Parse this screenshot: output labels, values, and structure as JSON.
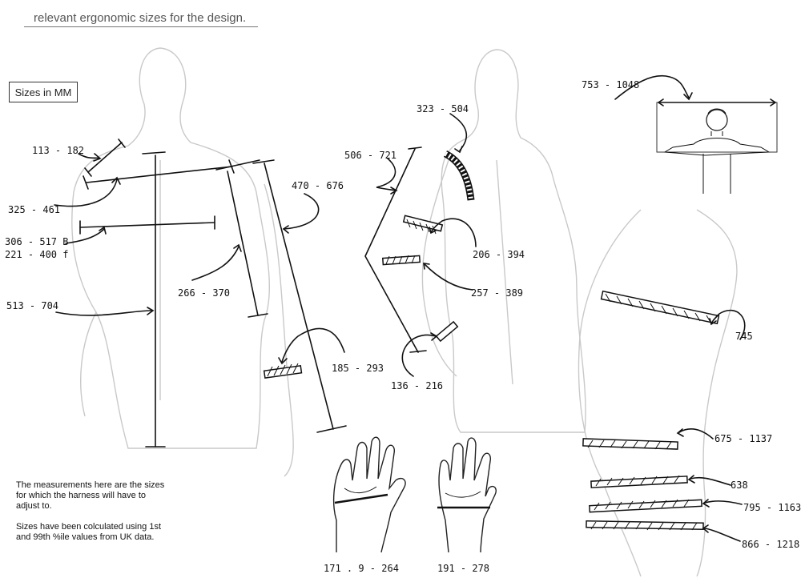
{
  "header": {
    "title": "relevant ergonomic sizes for the design."
  },
  "units_label": "Sizes in MM",
  "notes": {
    "paragraph1": "The measurements here are the sizes for which the harness will have to adjust to.",
    "paragraph2": "Sizes have been colculated using 1st and 99th %ile values from UK data."
  },
  "measurements": {
    "neck_width": "113 - 182",
    "shoulder_breadth": "325 - 461",
    "back_width_male": "306 - 517 B",
    "back_width_female": "221 - 400 f",
    "back_length": "513 - 704",
    "upper_arm_length": "266 - 370",
    "arm_length": "470 - 676",
    "forearm": "185 - 293",
    "shoulder_cap": "323 - 504",
    "arm_span_side": "506 - 721",
    "upper_arm_circ": "206 - 394",
    "elbow_circ": "257 - 389",
    "wrist_circ": "136 - 216",
    "arm_span": "753 - 1048",
    "chest_circ": "745",
    "waist_circ": "675 - 1137",
    "hip_circ": "638",
    "thigh_circ": "795 - 1163",
    "leg_circ": "866 - 1218",
    "hand_width_left": "171 . 9 - 264",
    "hand_width_right": "191 - 278"
  }
}
